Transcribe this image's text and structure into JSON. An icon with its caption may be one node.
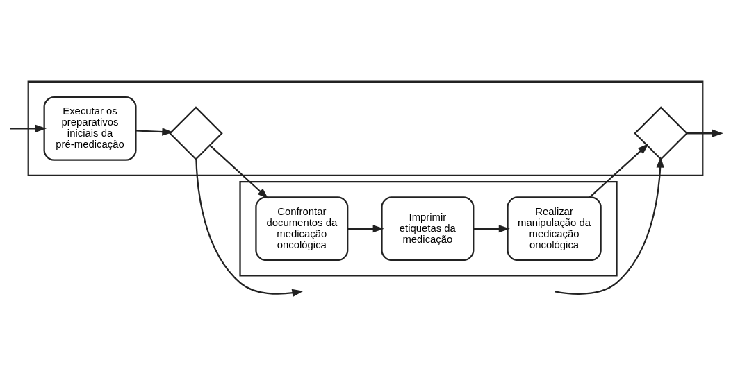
{
  "diagram": {
    "nodes": [
      {
        "text": [],
        "shape": "box"
      },
      {
        "text": [
          "Confrontar documentos da medicação oncológica"
        ],
        "in": 0
      },
      {
        "text": [
          "Imprimir etiquetas da medicação"
        ],
        "in": 0
      },
      {
        "text": [
          "Realizar manipulação da medicação oncológica"
        ],
        "in": 0
      },
      {
        "text": [],
        "shape": "box"
      },
      {
        "text": [
          "Executar os preparativos iniciais da pré-medicação"
        ],
        "in": 4
      },
      {
        "text": [],
        "shape": "diamond",
        "in": 4
      },
      {
        "text": [],
        "shape": "diamond",
        "in": 4
      }
    ],
    "edges": [
      {
        "from": null,
        "to": 5,
        "arrow": "to"
      },
      {
        "from": 5,
        "to": 6,
        "arrow": "to"
      },
      {
        "from": 6,
        "to": 1,
        "arrow": "to"
      },
      {
        "from": 6,
        "to": null,
        "arrow": "to"
      },
      {
        "from": 1,
        "to": 2,
        "arrow": "to"
      },
      {
        "from": 2,
        "to": 3,
        "arrow": "to"
      },
      {
        "from": 3,
        "to": 7,
        "arrow": "to"
      },
      {
        "from": null,
        "to": 7,
        "arrow": "to"
      },
      {
        "from": 7,
        "to": null,
        "arrow": "to"
      }
    ]
  }
}
